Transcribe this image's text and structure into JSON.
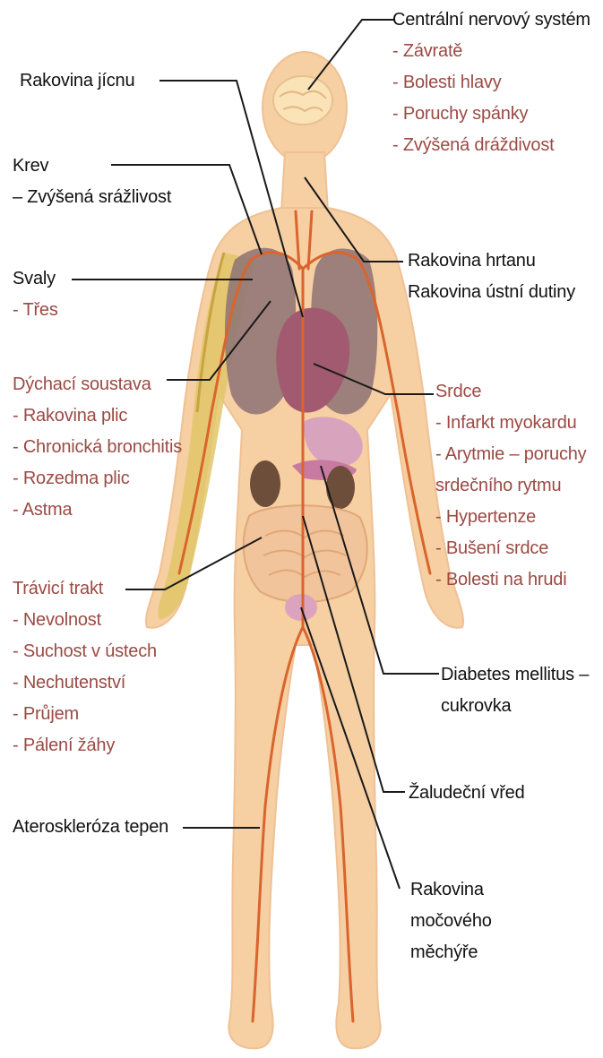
{
  "colors": {
    "heading": "#111111",
    "symptom": "#9b4a44",
    "skin": "#f6cfa3",
    "skin_outline": "#efc194",
    "vessel": "#d9652d",
    "leader": "#1a1a1a"
  },
  "labels": {
    "cns": {
      "title": "Centrální nervový systém",
      "items": [
        "- Závratě",
        "- Bolesti hlavy",
        "- Poruchy spánky",
        "- Zvýšená dráždivost"
      ]
    },
    "esophagus": {
      "title": "Rakovina jícnu"
    },
    "blood": {
      "title": "Krev",
      "items": [
        "– Zvýšená srážlivost"
      ]
    },
    "larynx": {
      "lines": [
        "Rakovina hrtanu",
        "Rakovina ústní dutiny"
      ]
    },
    "muscles": {
      "title": "Svaly",
      "items": [
        "- Třes"
      ]
    },
    "respiratory": {
      "title": "Dýchací soustava",
      "items": [
        "- Rakovina plic",
        "- Chronická bronchitis",
        "- Rozedma plic",
        "- Astma"
      ]
    },
    "heart": {
      "title": "Srdce",
      "items": [
        "- Infarkt myokardu",
        "- Arytmie – poruchy",
        "srdečního rytmu",
        "- Hypertenze",
        "- Bušení srdce",
        "- Bolesti na hrudi"
      ]
    },
    "digestive": {
      "title": "Trávicí trakt",
      "items": [
        "- Nevolnost",
        "- Suchost v ústech",
        "- Nechutenství",
        "- Průjem",
        "- Pálení žáhy"
      ]
    },
    "diabetes": {
      "lines": [
        "Diabetes mellitus –",
        "cukrovka"
      ]
    },
    "ulcer": {
      "title": "Žaludeční vřed"
    },
    "atherosclerosis": {
      "title": "Ateroskleróza tepen"
    },
    "bladder": {
      "lines": [
        "Rakovina",
        "močového",
        "měchýře"
      ]
    }
  }
}
